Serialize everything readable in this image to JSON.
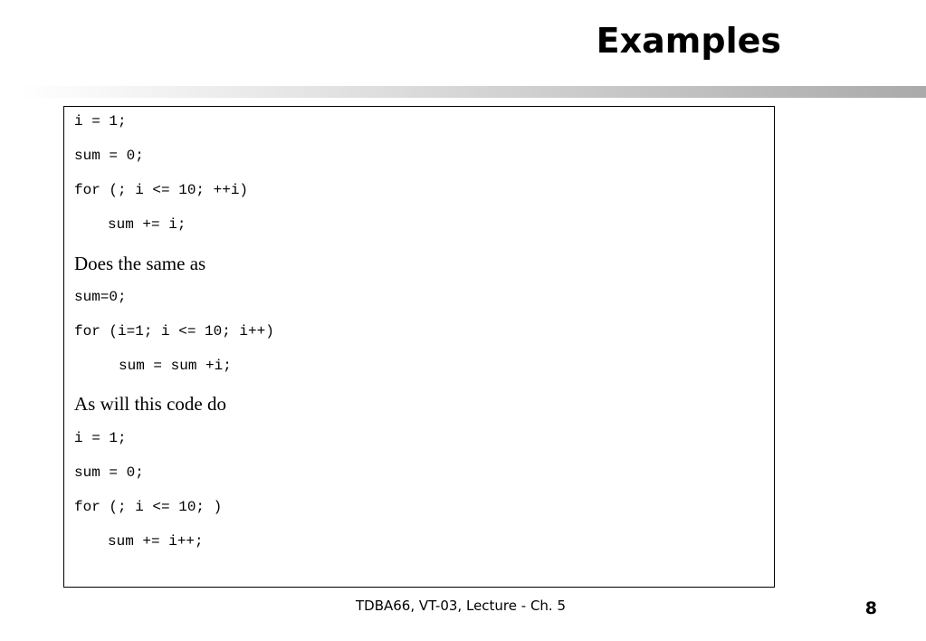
{
  "slide": {
    "title": "Examples",
    "lines": [
      {
        "kind": "code",
        "text": "i = 1;"
      },
      {
        "kind": "code",
        "text": "sum = 0;"
      },
      {
        "kind": "code",
        "text": "for (; i <= 10; ++i)"
      },
      {
        "kind": "code",
        "text": "sum += i;"
      },
      {
        "kind": "prose",
        "text": "Does the same as"
      },
      {
        "kind": "code",
        "text": "sum=0;"
      },
      {
        "kind": "code",
        "text": "for (i=1; i <= 10; i++)"
      },
      {
        "kind": "code",
        "text": "sum = sum +i;"
      },
      {
        "kind": "prose",
        "text": "As will this code do"
      },
      {
        "kind": "code",
        "text": "i = 1;"
      },
      {
        "kind": "code",
        "text": "sum = 0;"
      },
      {
        "kind": "code",
        "text": "for (; i <= 10; )"
      },
      {
        "kind": "code",
        "text": "sum += i++;"
      }
    ]
  },
  "footer": {
    "course_text": "TDBA66, VT-03, Lecture - Ch. 5",
    "page_number": "8"
  }
}
